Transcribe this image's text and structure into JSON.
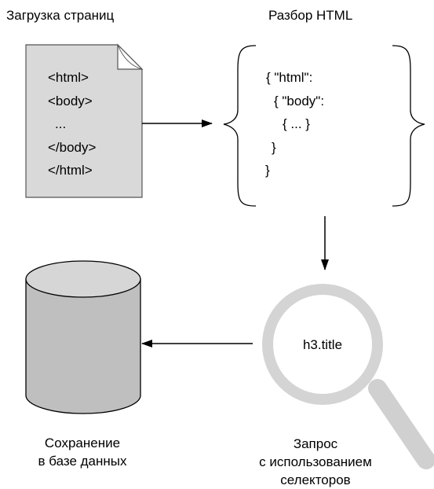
{
  "stages": {
    "load": {
      "title": "Загрузка страниц",
      "document_lines": [
        "<html>",
        "<body>",
        "...",
        "</body>",
        "</html>"
      ]
    },
    "parse": {
      "title": "Разбор HTML",
      "tree_lines": [
        "{ \"html\":",
        "{ \"body\":",
        "{ ... }",
        "}",
        "}"
      ]
    },
    "query": {
      "lens_text": "h3.title",
      "caption_lines": [
        "Запрос",
        "с использованием",
        "селекторов"
      ]
    },
    "store": {
      "caption_lines": [
        "Сохранение",
        "в базе данных"
      ]
    }
  },
  "colors": {
    "document_fill": "#d9d9d9",
    "database_fill": "#bfbfbf",
    "lens_color": "#d9d9d9",
    "stroke": "#000000"
  }
}
